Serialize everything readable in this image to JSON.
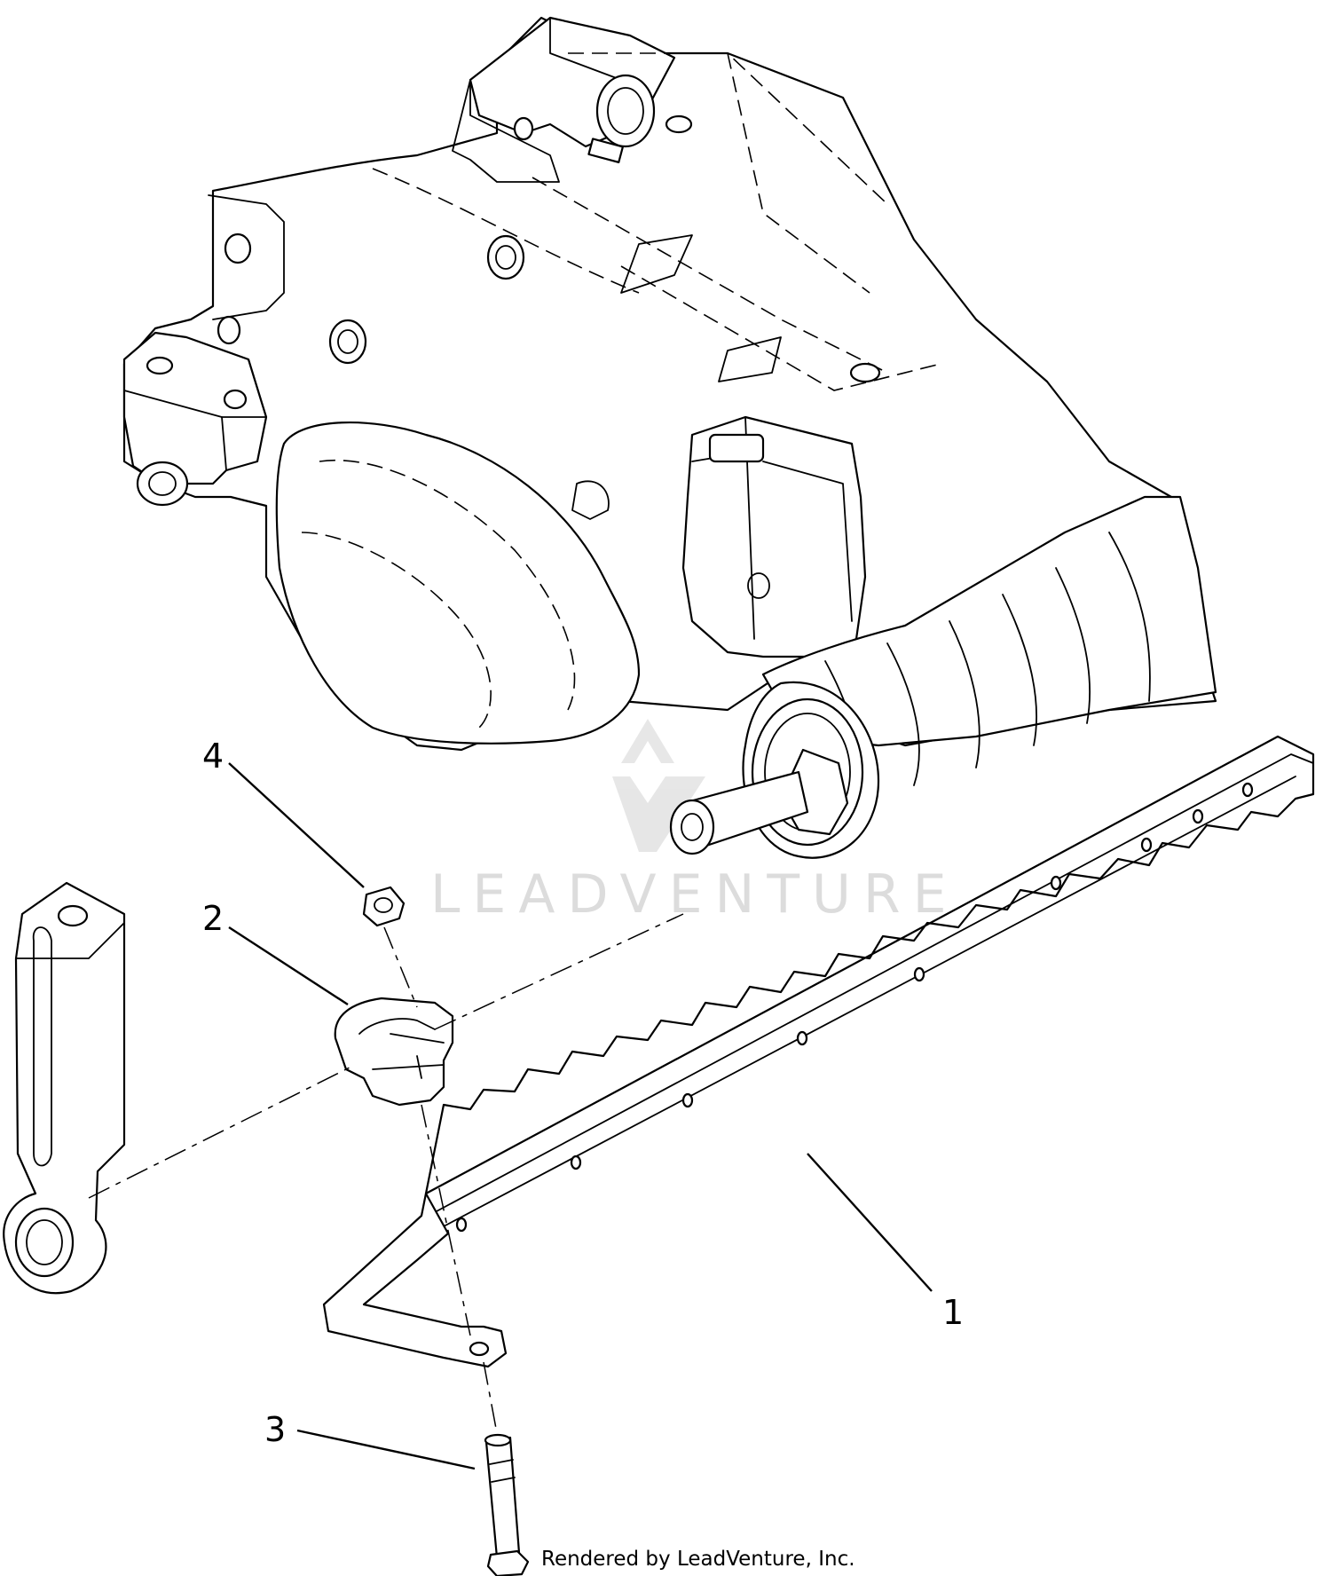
{
  "callouts": [
    {
      "id": "1",
      "label": "1"
    },
    {
      "id": "2",
      "label": "2"
    },
    {
      "id": "3",
      "label": "3"
    },
    {
      "id": "4",
      "label": "4"
    }
  ],
  "watermark": "LEADVENTURE",
  "credit": "Rendered by LeadVenture, Inc.",
  "colors": {
    "line": "#000000",
    "background": "#ffffff",
    "watermark": "#d9d9d9"
  }
}
